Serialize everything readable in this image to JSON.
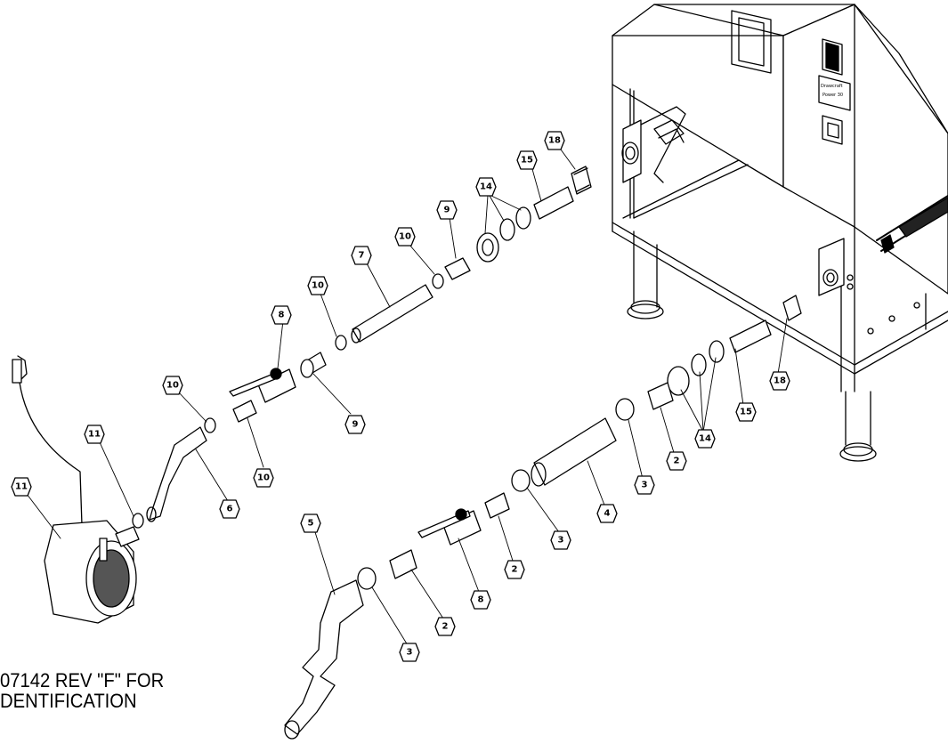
{
  "diagram": {
    "panel_label_line1": "Drawcraft",
    "panel_label_line2": "Power 30",
    "callouts": [
      {
        "id": "c2a",
        "num": "2"
      },
      {
        "id": "c2b",
        "num": "2"
      },
      {
        "id": "c2c",
        "num": "2"
      },
      {
        "id": "c3a",
        "num": "3"
      },
      {
        "id": "c3b",
        "num": "3"
      },
      {
        "id": "c3c",
        "num": "3"
      },
      {
        "id": "c4",
        "num": "4"
      },
      {
        "id": "c5",
        "num": "5"
      },
      {
        "id": "c6",
        "num": "6"
      },
      {
        "id": "c7",
        "num": "7"
      },
      {
        "id": "c8a",
        "num": "8"
      },
      {
        "id": "c8b",
        "num": "8"
      },
      {
        "id": "c9a",
        "num": "9"
      },
      {
        "id": "c9b",
        "num": "9"
      },
      {
        "id": "c9c",
        "num": "9"
      },
      {
        "id": "c10a",
        "num": "10"
      },
      {
        "id": "c10b",
        "num": "10"
      },
      {
        "id": "c10c",
        "num": "10"
      },
      {
        "id": "c10d",
        "num": "10"
      },
      {
        "id": "c11",
        "num": "11"
      },
      {
        "id": "c14a",
        "num": "14"
      },
      {
        "id": "c14b",
        "num": "14"
      },
      {
        "id": "c15a",
        "num": "15"
      },
      {
        "id": "c15b",
        "num": "15"
      },
      {
        "id": "c18a",
        "num": "18"
      },
      {
        "id": "c18b",
        "num": "18"
      }
    ],
    "note_line1": "07142 REV \"F\" FOR",
    "note_line2": "DENTIFICATION"
  }
}
